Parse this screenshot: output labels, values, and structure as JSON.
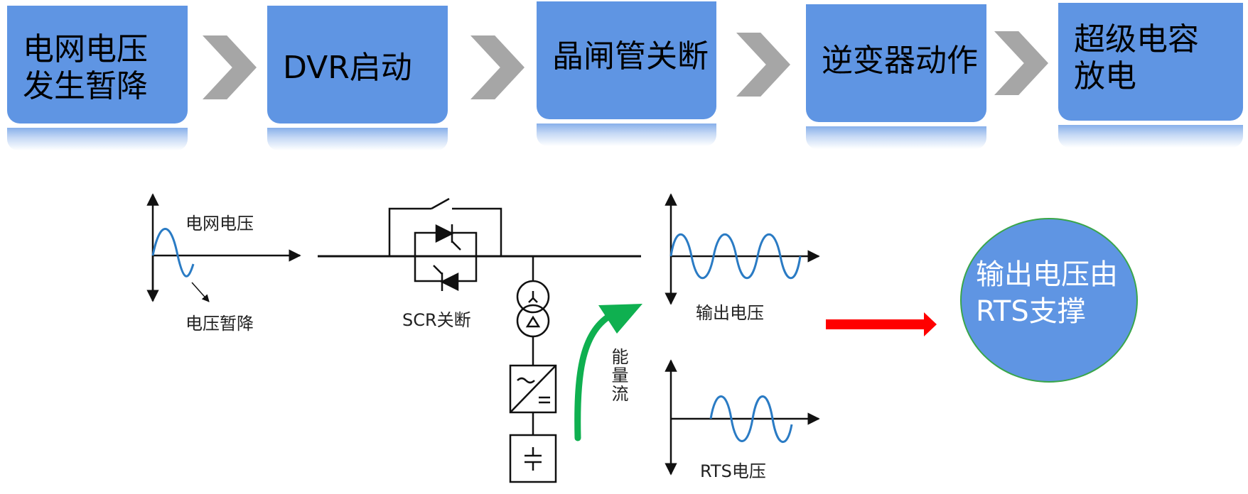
{
  "steps": [
    {
      "line1": "电网电压",
      "line2": "发生暂降"
    },
    {
      "line1": "DVR启动",
      "line2": ""
    },
    {
      "line1": "晶闸管关断",
      "line2": ""
    },
    {
      "line1": "逆变器动作",
      "line2": ""
    },
    {
      "line1": "超级电容",
      "line2": "放电"
    }
  ],
  "labels": {
    "grid_voltage": "电网电压",
    "voltage_sag": "电压暂降",
    "scr_off": "SCR关断",
    "output_voltage": "输出电压",
    "rts_voltage": "RTS电压",
    "energy_flow": "能量流"
  },
  "result": {
    "line1": "输出电压由",
    "line2": "RTS支撑"
  },
  "colors": {
    "step_fill": "#5f95e3",
    "chevron": "#a6a6a6",
    "wave": "#2a7bc4",
    "energy_arrow": "#0fb050",
    "result_arrow": "#ff0000",
    "result_border": "#3aa64a"
  },
  "icons": [
    "chevron-right-icon",
    "thyristor-icon",
    "switch-icon",
    "transformer-icon",
    "inverter-icon",
    "capacitor-icon",
    "curved-arrow-icon",
    "right-arrow-icon"
  ]
}
